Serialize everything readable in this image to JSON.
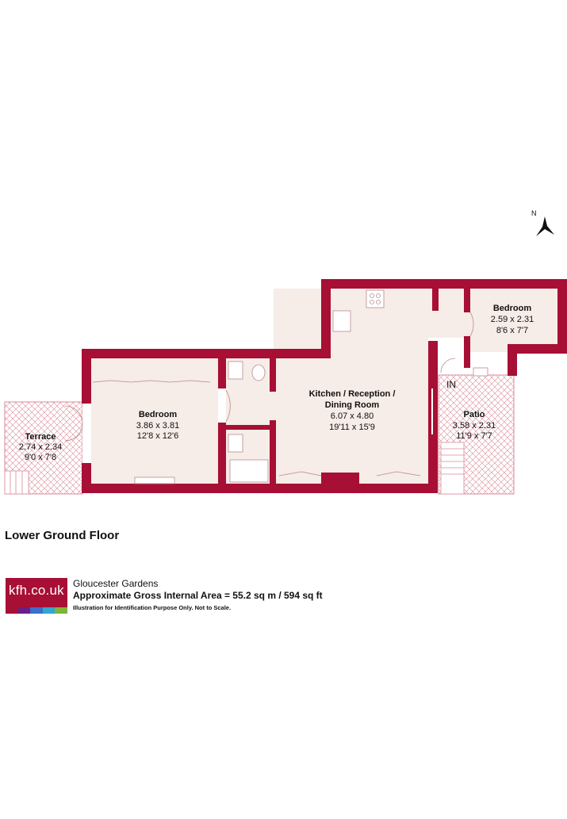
{
  "rooms": {
    "bedroom_main": {
      "name": "Bedroom",
      "metric": "3.86 x 3.81",
      "imperial": "12'8 x 12'6"
    },
    "bedroom_small": {
      "name": "Bedroom",
      "metric": "2.59 x 2.31",
      "imperial": "8'6 x 7'7"
    },
    "kitchen": {
      "name_line1": "Kitchen / Reception /",
      "name_line2": "Dining Room",
      "metric": "6.07 x 4.80",
      "imperial": "19'11 x 15'9"
    },
    "terrace": {
      "name": "Terrace",
      "metric": "2.74 x 2.34",
      "imperial": "9'0 x 7'8"
    },
    "patio": {
      "name": "Patio",
      "metric": "3.58 x 2.31",
      "imperial": "11'9 x 7'7"
    }
  },
  "entrance_label": "IN",
  "compass_label": "N",
  "floor_label": "Lower Ground Floor",
  "brand": {
    "name": "kfh.co.uk",
    "stripe_colors": [
      "#a70f35",
      "#6a1f8a",
      "#3b6fc9",
      "#34a6cf",
      "#7fb339"
    ]
  },
  "property": {
    "name": "Gloucester Gardens",
    "area": "Approximate Gross Internal Area = 55.2 sq m / 594 sq ft",
    "disclaimer": "Illustration for Identification Purpose Only. Not to Scale."
  },
  "colors": {
    "wall": "#a70f35",
    "floor": "#f6ece8",
    "hatch": "#d98a98"
  }
}
